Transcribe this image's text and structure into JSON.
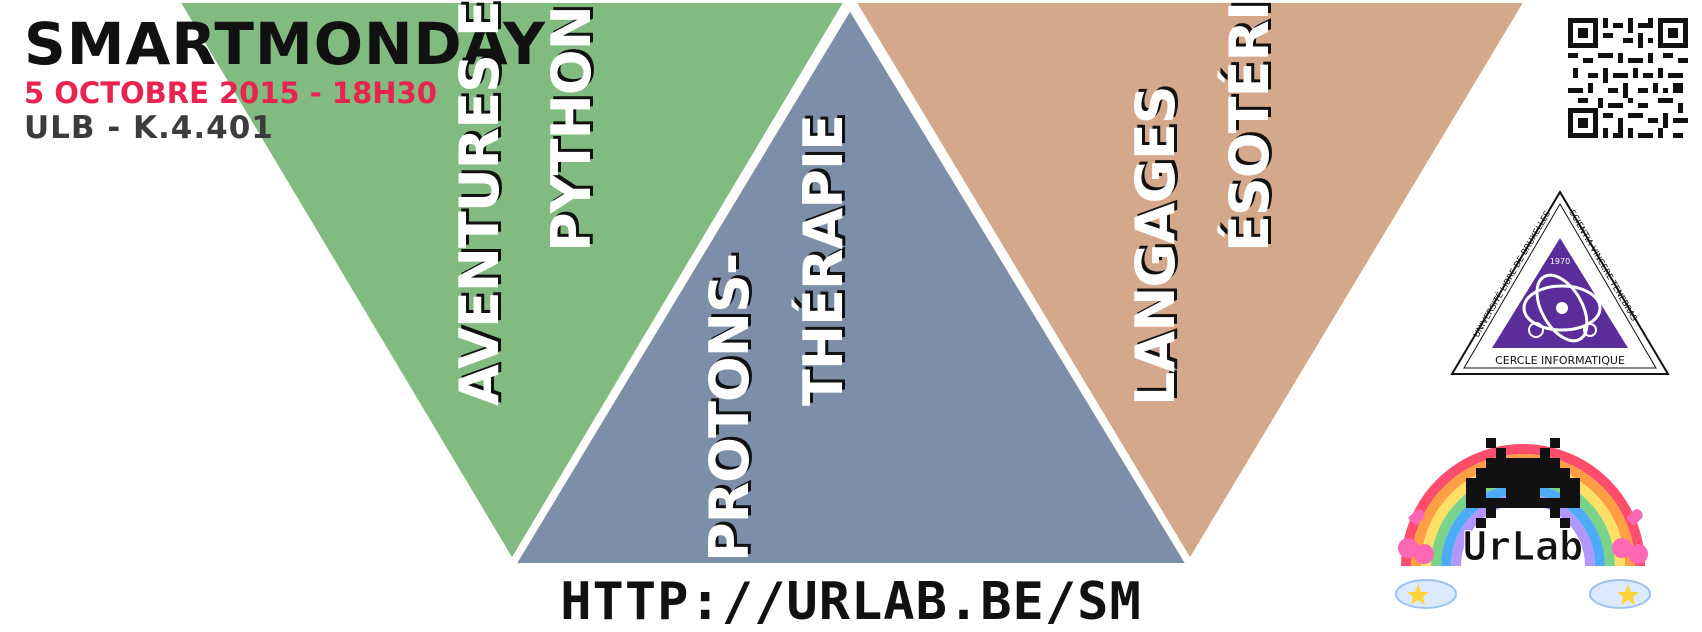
{
  "event": {
    "title": "SMARTMONDAY",
    "date_time": "5 OCTOBRE 2015 - 18H30",
    "location": "ULB - K.4.401",
    "url": "HTTP://URLAB.BE/SM"
  },
  "talks": [
    {
      "line1": "AVENTURES EN",
      "line2": "PYTHON"
    },
    {
      "line1": "PROTONS-",
      "line2": "THÉRAPIE"
    },
    {
      "line1": "LANGAGES",
      "line2": "ÉSOTÉRIQUES"
    }
  ],
  "logos": {
    "cercle": {
      "arc_left": "UNIVERSITÉ LIBRE DE BRUXELLES",
      "arc_right": "SCIENTIA VINCERE TENEBRAS",
      "year": "1970",
      "bottom": "CERCLE INFORMATIQUE"
    },
    "urlab": {
      "name": "UrLab"
    }
  },
  "icons": [
    "qr-code-icon",
    "cercle-informatique-logo",
    "urlab-invader-logo"
  ],
  "colors": {
    "green": "#82bb7f",
    "blue": "#7d8ea8",
    "tan": "#d4a88a",
    "pink_date": "#e8234f",
    "logo_purple": "#5a2d9a"
  }
}
